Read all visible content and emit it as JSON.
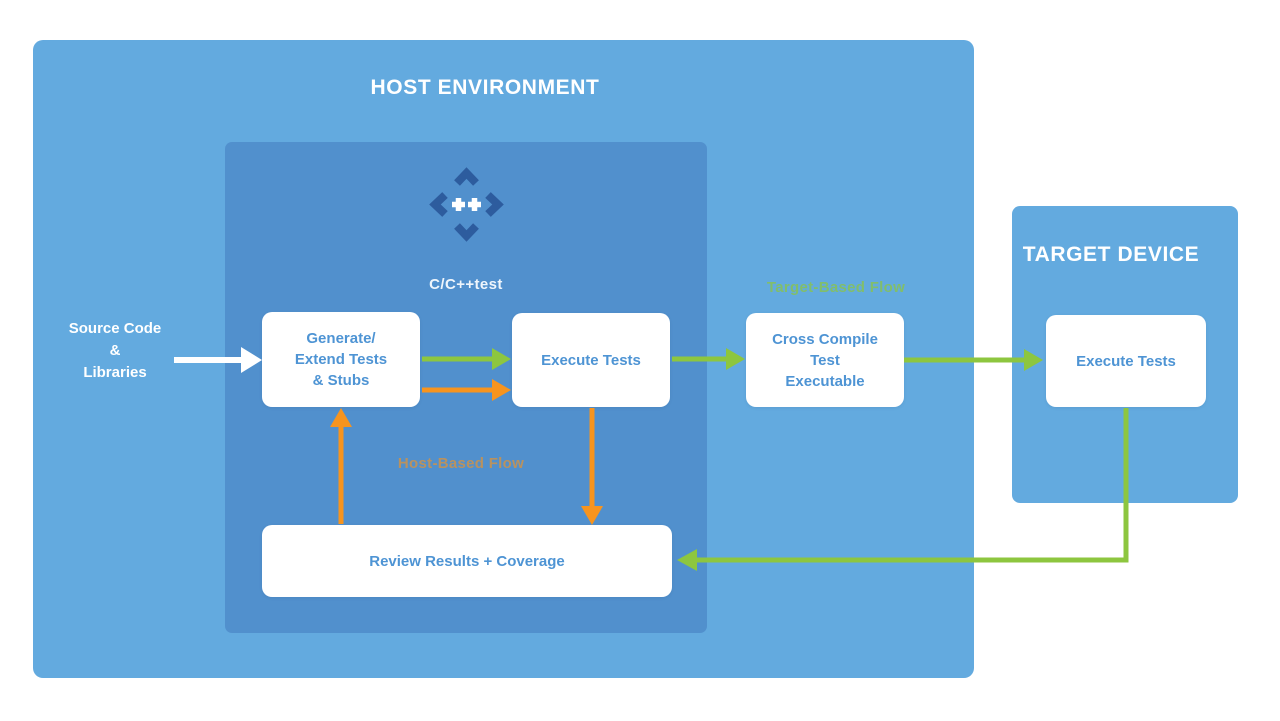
{
  "colors": {
    "panel_light_blue": "#63aadf",
    "panel_inner_blue": "#5190cd",
    "box_white": "#ffffff",
    "box_text_blue": "#4e94d4",
    "flow_green": "#8dc63f",
    "flow_orange": "#f7941e",
    "logo_navy": "#2d5c9e",
    "title_white": "#ffffff"
  },
  "host_panel": {
    "title": "HOST ENVIRONMENT"
  },
  "target_panel": {
    "title": "TARGET DEVICE"
  },
  "logo": {
    "label": "C/C++test"
  },
  "source_label": {
    "lines": [
      "Source Code",
      "&",
      "Libraries"
    ]
  },
  "boxes": {
    "generate": {
      "lines": [
        "Generate/",
        "Extend Tests",
        "& Stubs"
      ]
    },
    "execute_host": {
      "lines": [
        "Execute Tests"
      ]
    },
    "cross_compile": {
      "lines": [
        "Cross Compile",
        "Test",
        "Executable"
      ]
    },
    "execute_target": {
      "lines": [
        "Execute Tests"
      ]
    },
    "review": {
      "lines": [
        "Review Results + Coverage"
      ]
    }
  },
  "flow_labels": {
    "target_based": "Target-Based Flow",
    "host_based": "Host-Based Flow"
  }
}
